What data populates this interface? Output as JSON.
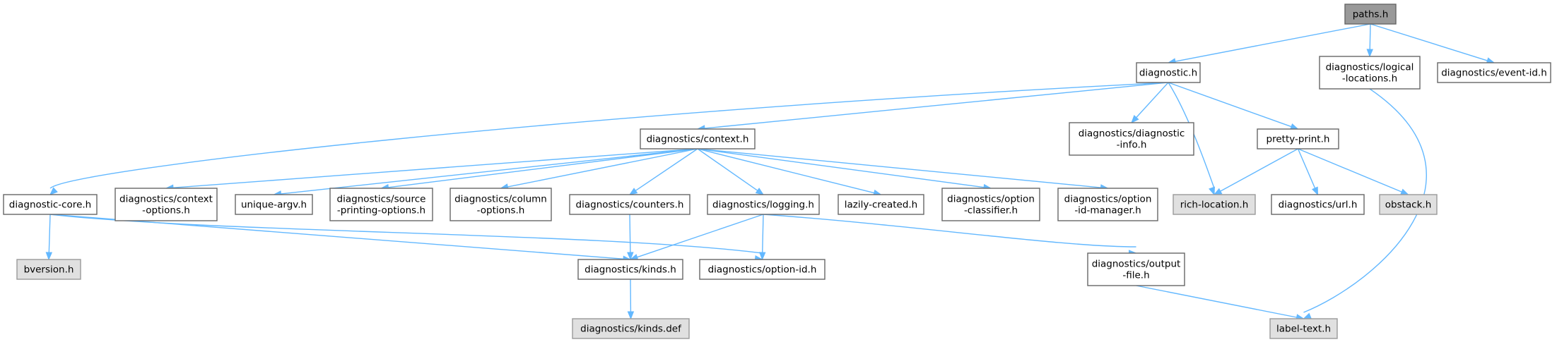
{
  "graph": {
    "nodes": [
      {
        "id": "paths",
        "lines": [
          "paths.h"
        ],
        "kind": "root"
      },
      {
        "id": "diagnostic",
        "lines": [
          "diagnostic.h"
        ],
        "kind": "normal"
      },
      {
        "id": "logical_locations",
        "lines": [
          "diagnostics/logical",
          "-locations.h"
        ],
        "kind": "normal"
      },
      {
        "id": "event_id",
        "lines": [
          "diagnostics/event-id.h"
        ],
        "kind": "normal"
      },
      {
        "id": "context",
        "lines": [
          "diagnostics/context.h"
        ],
        "kind": "normal"
      },
      {
        "id": "diagnostic_info",
        "lines": [
          "diagnostics/diagnostic",
          "-info.h"
        ],
        "kind": "normal"
      },
      {
        "id": "pretty_print",
        "lines": [
          "pretty-print.h"
        ],
        "kind": "normal"
      },
      {
        "id": "diagnostic_core",
        "lines": [
          "diagnostic-core.h"
        ],
        "kind": "normal"
      },
      {
        "id": "context_options",
        "lines": [
          "diagnostics/context",
          "-options.h"
        ],
        "kind": "normal"
      },
      {
        "id": "unique_argv",
        "lines": [
          "unique-argv.h"
        ],
        "kind": "normal"
      },
      {
        "id": "source_printing",
        "lines": [
          "diagnostics/source",
          "-printing-options.h"
        ],
        "kind": "normal"
      },
      {
        "id": "column_options",
        "lines": [
          "diagnostics/column",
          "-options.h"
        ],
        "kind": "normal"
      },
      {
        "id": "counters",
        "lines": [
          "diagnostics/counters.h"
        ],
        "kind": "normal"
      },
      {
        "id": "logging",
        "lines": [
          "diagnostics/logging.h"
        ],
        "kind": "normal"
      },
      {
        "id": "lazily_created",
        "lines": [
          "lazily-created.h"
        ],
        "kind": "normal"
      },
      {
        "id": "option_classifier",
        "lines": [
          "diagnostics/option",
          "-classifier.h"
        ],
        "kind": "normal"
      },
      {
        "id": "option_id_manager",
        "lines": [
          "diagnostics/option",
          "-id-manager.h"
        ],
        "kind": "normal"
      },
      {
        "id": "rich_location",
        "lines": [
          "rich-location.h"
        ],
        "kind": "external"
      },
      {
        "id": "url",
        "lines": [
          "diagnostics/url.h"
        ],
        "kind": "normal"
      },
      {
        "id": "obstack",
        "lines": [
          "obstack.h"
        ],
        "kind": "external"
      },
      {
        "id": "bversion",
        "lines": [
          "bversion.h"
        ],
        "kind": "external"
      },
      {
        "id": "kinds",
        "lines": [
          "diagnostics/kinds.h"
        ],
        "kind": "normal"
      },
      {
        "id": "option_id",
        "lines": [
          "diagnostics/option-id.h"
        ],
        "kind": "normal"
      },
      {
        "id": "output_file",
        "lines": [
          "diagnostics/output",
          "-file.h"
        ],
        "kind": "normal"
      },
      {
        "id": "kinds_def",
        "lines": [
          "diagnostics/kinds.def"
        ],
        "kind": "external"
      },
      {
        "id": "label_text",
        "lines": [
          "label-text.h"
        ],
        "kind": "external"
      }
    ],
    "edges": [
      {
        "from": "paths",
        "to": "diagnostic"
      },
      {
        "from": "paths",
        "to": "logical_locations"
      },
      {
        "from": "paths",
        "to": "event_id"
      },
      {
        "from": "diagnostic",
        "to": "diagnostic_core"
      },
      {
        "from": "diagnostic",
        "to": "context"
      },
      {
        "from": "diagnostic",
        "to": "diagnostic_info"
      },
      {
        "from": "diagnostic",
        "to": "rich_location"
      },
      {
        "from": "diagnostic",
        "to": "pretty_print"
      },
      {
        "from": "logical_locations",
        "to": "label_text"
      },
      {
        "from": "context",
        "to": "context_options"
      },
      {
        "from": "context",
        "to": "unique_argv"
      },
      {
        "from": "context",
        "to": "source_printing"
      },
      {
        "from": "context",
        "to": "column_options"
      },
      {
        "from": "context",
        "to": "counters"
      },
      {
        "from": "context",
        "to": "logging"
      },
      {
        "from": "context",
        "to": "lazily_created"
      },
      {
        "from": "context",
        "to": "option_classifier"
      },
      {
        "from": "context",
        "to": "option_id_manager"
      },
      {
        "from": "pretty_print",
        "to": "rich_location"
      },
      {
        "from": "pretty_print",
        "to": "url"
      },
      {
        "from": "pretty_print",
        "to": "obstack"
      },
      {
        "from": "diagnostic_core",
        "to": "bversion"
      },
      {
        "from": "diagnostic_core",
        "to": "kinds"
      },
      {
        "from": "diagnostic_core",
        "to": "option_id"
      },
      {
        "from": "counters",
        "to": "kinds"
      },
      {
        "from": "logging",
        "to": "kinds"
      },
      {
        "from": "logging",
        "to": "option_id"
      },
      {
        "from": "logging",
        "to": "output_file"
      },
      {
        "from": "kinds",
        "to": "kinds_def"
      },
      {
        "from": "output_file",
        "to": "label_text"
      }
    ]
  },
  "colors": {
    "edge": "#63b8ff",
    "root_fill": "#999999",
    "external_fill": "#e0e0e0",
    "normal_fill": "#ffffff",
    "border": "#666666"
  }
}
